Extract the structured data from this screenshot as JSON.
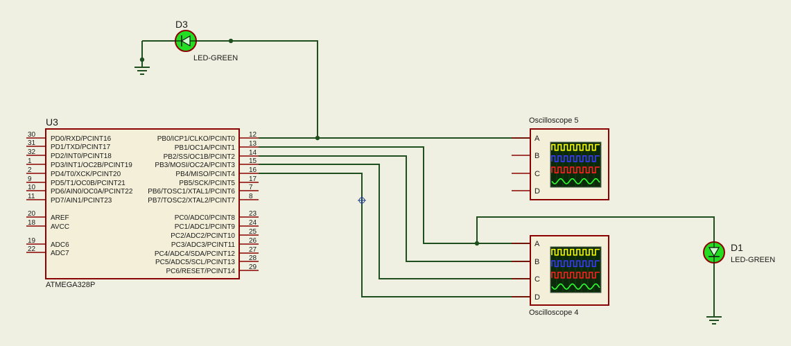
{
  "schematic": {
    "mcu": {
      "ref": "U3",
      "part": "ATMEGA328P",
      "left_pins": [
        {
          "num": "30",
          "name": "PD0/RXD/PCINT16"
        },
        {
          "num": "31",
          "name": "PD1/TXD/PCINT17"
        },
        {
          "num": "32",
          "name": "PD2/INT0/PCINT18"
        },
        {
          "num": "1",
          "name": "PD3/INT1/OC2B/PCINT19"
        },
        {
          "num": "2",
          "name": "PD4/T0/XCK/PCINT20"
        },
        {
          "num": "9",
          "name": "PD5/T1/OC0B/PCINT21"
        },
        {
          "num": "10",
          "name": "PD6/AIN0/OC0A/PCINT22"
        },
        {
          "num": "11",
          "name": "PD7/AIN1/PCINT23"
        },
        {
          "num": "20",
          "name": "AREF"
        },
        {
          "num": "18",
          "name": "AVCC"
        },
        {
          "num": "19",
          "name": "ADC6"
        },
        {
          "num": "22",
          "name": "ADC7"
        }
      ],
      "right_pins": [
        {
          "num": "12",
          "name": "PB0/ICP1/CLKO/PCINT0"
        },
        {
          "num": "13",
          "name": "PB1/OC1A/PCINT1"
        },
        {
          "num": "14",
          "name": "PB2/SS/OC1B/PCINT2"
        },
        {
          "num": "15",
          "name": "PB3/MOSI/OC2A/PCINT3"
        },
        {
          "num": "16",
          "name": "PB4/MISO/PCINT4"
        },
        {
          "num": "17",
          "name": "PB5/SCK/PCINT5"
        },
        {
          "num": "7",
          "name": "PB6/TOSC1/XTAL1/PCINT6"
        },
        {
          "num": "8",
          "name": "PB7/TOSC2/XTAL2/PCINT7"
        },
        {
          "num": "23",
          "name": "PC0/ADC0/PCINT8"
        },
        {
          "num": "24",
          "name": "PC1/ADC1/PCINT9"
        },
        {
          "num": "25",
          "name": "PC2/ADC2/PCINT10"
        },
        {
          "num": "26",
          "name": "PC3/ADC3/PCINT11"
        },
        {
          "num": "27",
          "name": "PC4/ADC4/SDA/PCINT12"
        },
        {
          "num": "28",
          "name": "PC5/ADC5/SCL/PCINT13"
        },
        {
          "num": "29",
          "name": "PC6/RESET/PCINT14"
        }
      ]
    },
    "led_top": {
      "ref": "D3",
      "part": "LED-GREEN"
    },
    "led_right": {
      "ref": "D1",
      "part": "LED-GREEN"
    },
    "scope_top": {
      "title": "Oscilloscope 5",
      "channels": [
        "A",
        "B",
        "C",
        "D"
      ]
    },
    "scope_bottom": {
      "title": "Oscilloscope 4",
      "channels": [
        "A",
        "B",
        "C",
        "D"
      ]
    },
    "trace_colors": [
      "#ffff00",
      "#3a3aff",
      "#ff2020",
      "#30ff30"
    ]
  }
}
